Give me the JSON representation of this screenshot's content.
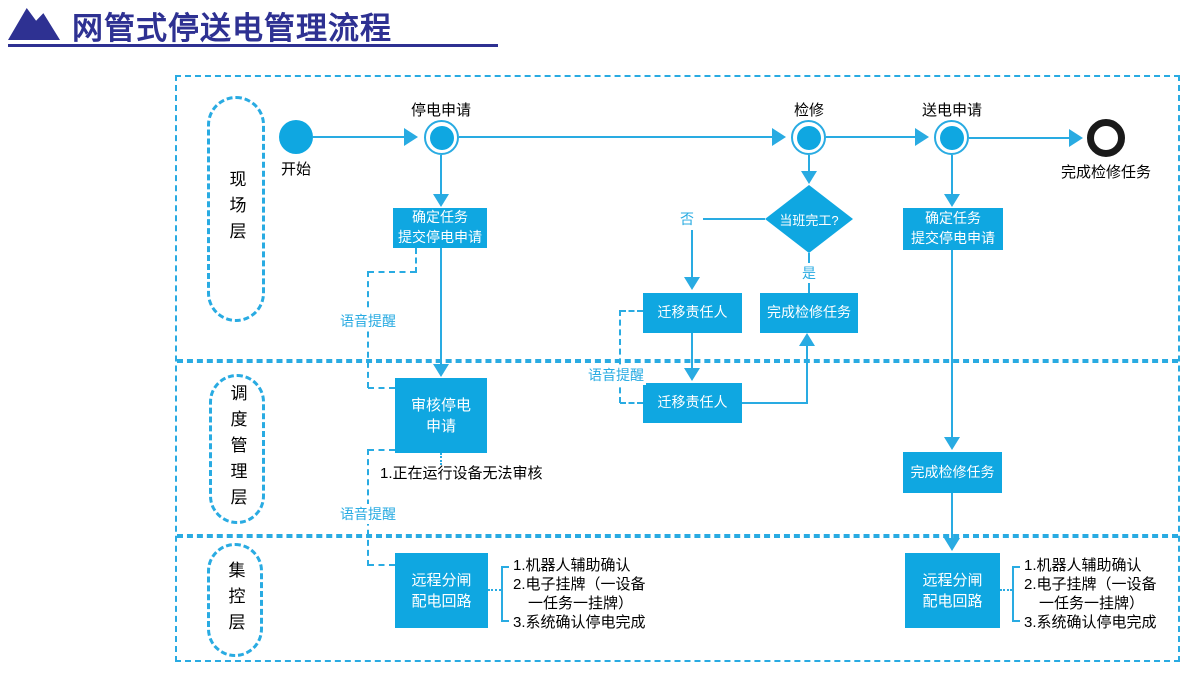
{
  "title": {
    "text": "网管式停送电管理流程"
  },
  "colors": {
    "accent": "#29ABE2",
    "node_fill": "#0FA7E1",
    "title": "#2E3192",
    "end_ring": "#1A1A1A",
    "text": "#000000"
  },
  "lanes": {
    "field": "现场层",
    "dispatch": "调度管理层",
    "control": "集控层"
  },
  "events": {
    "start": "开始",
    "stop_request": "停电申请",
    "overhaul": "检修",
    "send_request": "送电申请",
    "end": "完成检修任务"
  },
  "tasks": {
    "confirm_left": "确定任务\n提交停电申请",
    "confirm_right": "确定任务\n提交停电申请",
    "review": "审核停电\n申请",
    "transfer_field": "迁移责任人",
    "transfer_dispatch": "迁移责任人",
    "complete_field": "完成检修任务",
    "complete_dispatch": "完成检修任务",
    "remote_left": "远程分闸\n配电回路",
    "remote_right": "远程分闸\n配电回路"
  },
  "decision": {
    "text": "当班完工?",
    "yes": "是",
    "no": "否"
  },
  "labels": {
    "voice": "语音提醒"
  },
  "notes": {
    "review": "1.正在运行设备无法审核",
    "checklist": "1.机器人辅助确认\n2.电子挂牌（一设备\n　一任务一挂牌）\n3.系统确认停电完成"
  }
}
